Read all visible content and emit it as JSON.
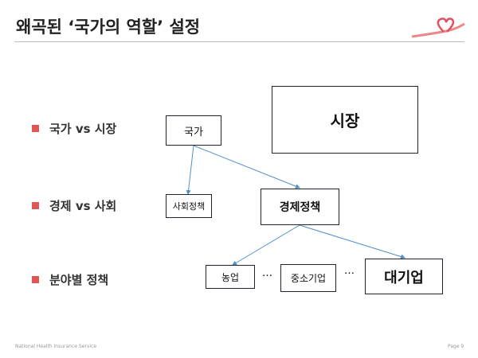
{
  "title": "왜곡된 ‘국가의 역할’ 설정",
  "bullets": [
    "국가 vs 시장",
    "경제 vs 사회",
    "분야별 정책"
  ],
  "boxes": {
    "state": "국가",
    "market": "시장",
    "social": "사회정책",
    "economic": "경제정책",
    "agri": "농업",
    "sme": "중소기업",
    "large": "대기업"
  },
  "ellipsis": "…",
  "colors": {
    "bullet": "#e25555",
    "arrow": "#4f90c8"
  },
  "footer": {
    "org": "National   Health   Insurance   Service",
    "page": "Page 9"
  }
}
